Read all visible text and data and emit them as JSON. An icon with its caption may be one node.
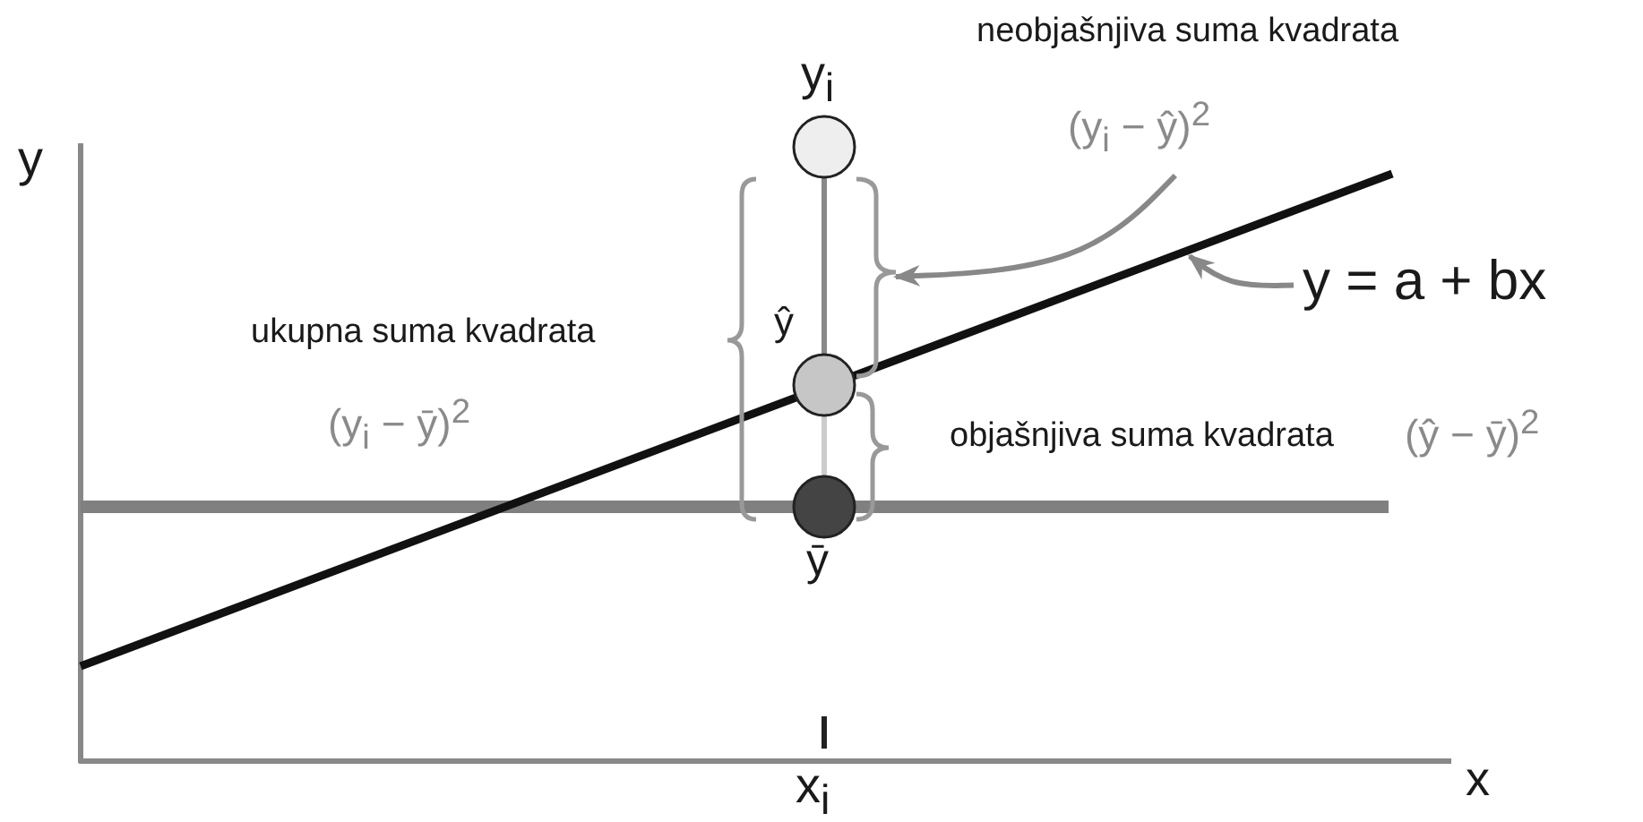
{
  "diagram": {
    "nodes": [
      {
        "text": [
          "neobjašnjiva suma kvadrata",
          "(y$_{i}$ − ŷ)$^{2}$"
        ]
      },
      {
        "text": [],
        "shape": "brace"
      },
      {
        "text": [
          "y = a + bx"
        ]
      },
      {
        "text": [],
        "shape": "circle"
      },
      {
        "text": [],
        "shape": "circle"
      },
      {
        "text": [],
        "shape": "circle"
      }
    ],
    "edges": [
      {
        "from": 0,
        "to": 1,
        "arrow": "to"
      },
      {
        "from": 2,
        "to": null,
        "arrow": "to"
      },
      {
        "from": 3,
        "to": 4,
        "arrow": "none"
      },
      {
        "from": 4,
        "to": 5,
        "arrow": "none",
        "color": "#cccccc"
      }
    ],
    "labels": [
      "y",
      "y$_{i}$",
      "ŷ",
      "ukupna suma kvadrata",
      "(y$_{i}$ − ȳ)$^{2}$",
      "objašnjiva suma kvadrata",
      "(ŷ − ȳ)$^{2}$",
      "ȳ",
      "x$_{i}$",
      "x"
    ]
  }
}
